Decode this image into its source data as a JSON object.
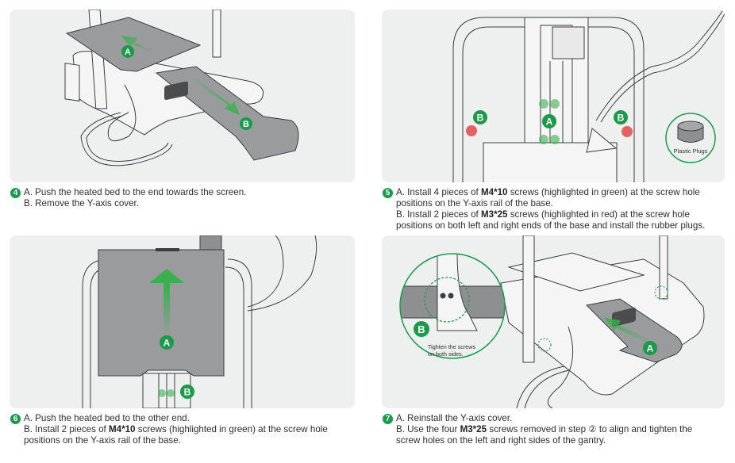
{
  "colors": {
    "accent_green": "#1a9a4a",
    "arrow_green": "#3cb050",
    "screw_red": "#e24848",
    "panel_bg": "#eef0ef",
    "bed_gray": "#9a9b9d",
    "line_dark": "#3a3d40"
  },
  "steps": [
    {
      "number": "4",
      "image_labels": {
        "a": "A",
        "b": "B"
      },
      "lines": [
        {
          "prefix": "A. Push the heated bed to the end towards the screen.",
          "bold": "",
          "suffix": ""
        },
        {
          "prefix": "B. Remove the Y-axis cover.",
          "bold": "",
          "suffix": ""
        }
      ]
    },
    {
      "number": "5",
      "image_labels": {
        "a": "A",
        "b_left": "B",
        "b_right": "B",
        "plugs": "Plastic Plugs"
      },
      "lines": [
        {
          "prefix": "A. Install 4 pieces of ",
          "bold": "M4*10",
          "suffix": " screws (highlighted in green) at the screw hole"
        },
        {
          "prefix": "positions on the Y-axis rail of the base.",
          "bold": "",
          "suffix": ""
        },
        {
          "prefix": "B. Install 2 pieces of ",
          "bold": "M3*25",
          "suffix": " screws (highlighted in red) at the screw hole"
        },
        {
          "prefix": "positions on both left and right ends of the base and install the rubber plugs.",
          "bold": "",
          "suffix": ""
        }
      ]
    },
    {
      "number": "6",
      "image_labels": {
        "a": "A",
        "b": "B"
      },
      "lines": [
        {
          "prefix": "A. Push the heated bed to the other end.",
          "bold": "",
          "suffix": ""
        },
        {
          "prefix": "B. Install 2 pieces of ",
          "bold": "M4*10",
          "suffix": " screws (highlighted in green) at the screw hole"
        },
        {
          "prefix": "positions on the Y-axis rail of the base.",
          "bold": "",
          "suffix": ""
        }
      ]
    },
    {
      "number": "7",
      "image_labels": {
        "a": "A",
        "b": "B",
        "callout_line1": "Tighten the screws",
        "callout_line2": "on both sides."
      },
      "lines": [
        {
          "prefix": "A. Reinstall the Y-axis cover.",
          "bold": "",
          "suffix": ""
        },
        {
          "prefix": "B. Use the four ",
          "bold": "M3*25",
          "suffix": " screws removed in step ② to align and tighten the"
        },
        {
          "prefix": "screw holes on the left and right sides of the gantry.",
          "bold": "",
          "suffix": ""
        }
      ]
    }
  ]
}
